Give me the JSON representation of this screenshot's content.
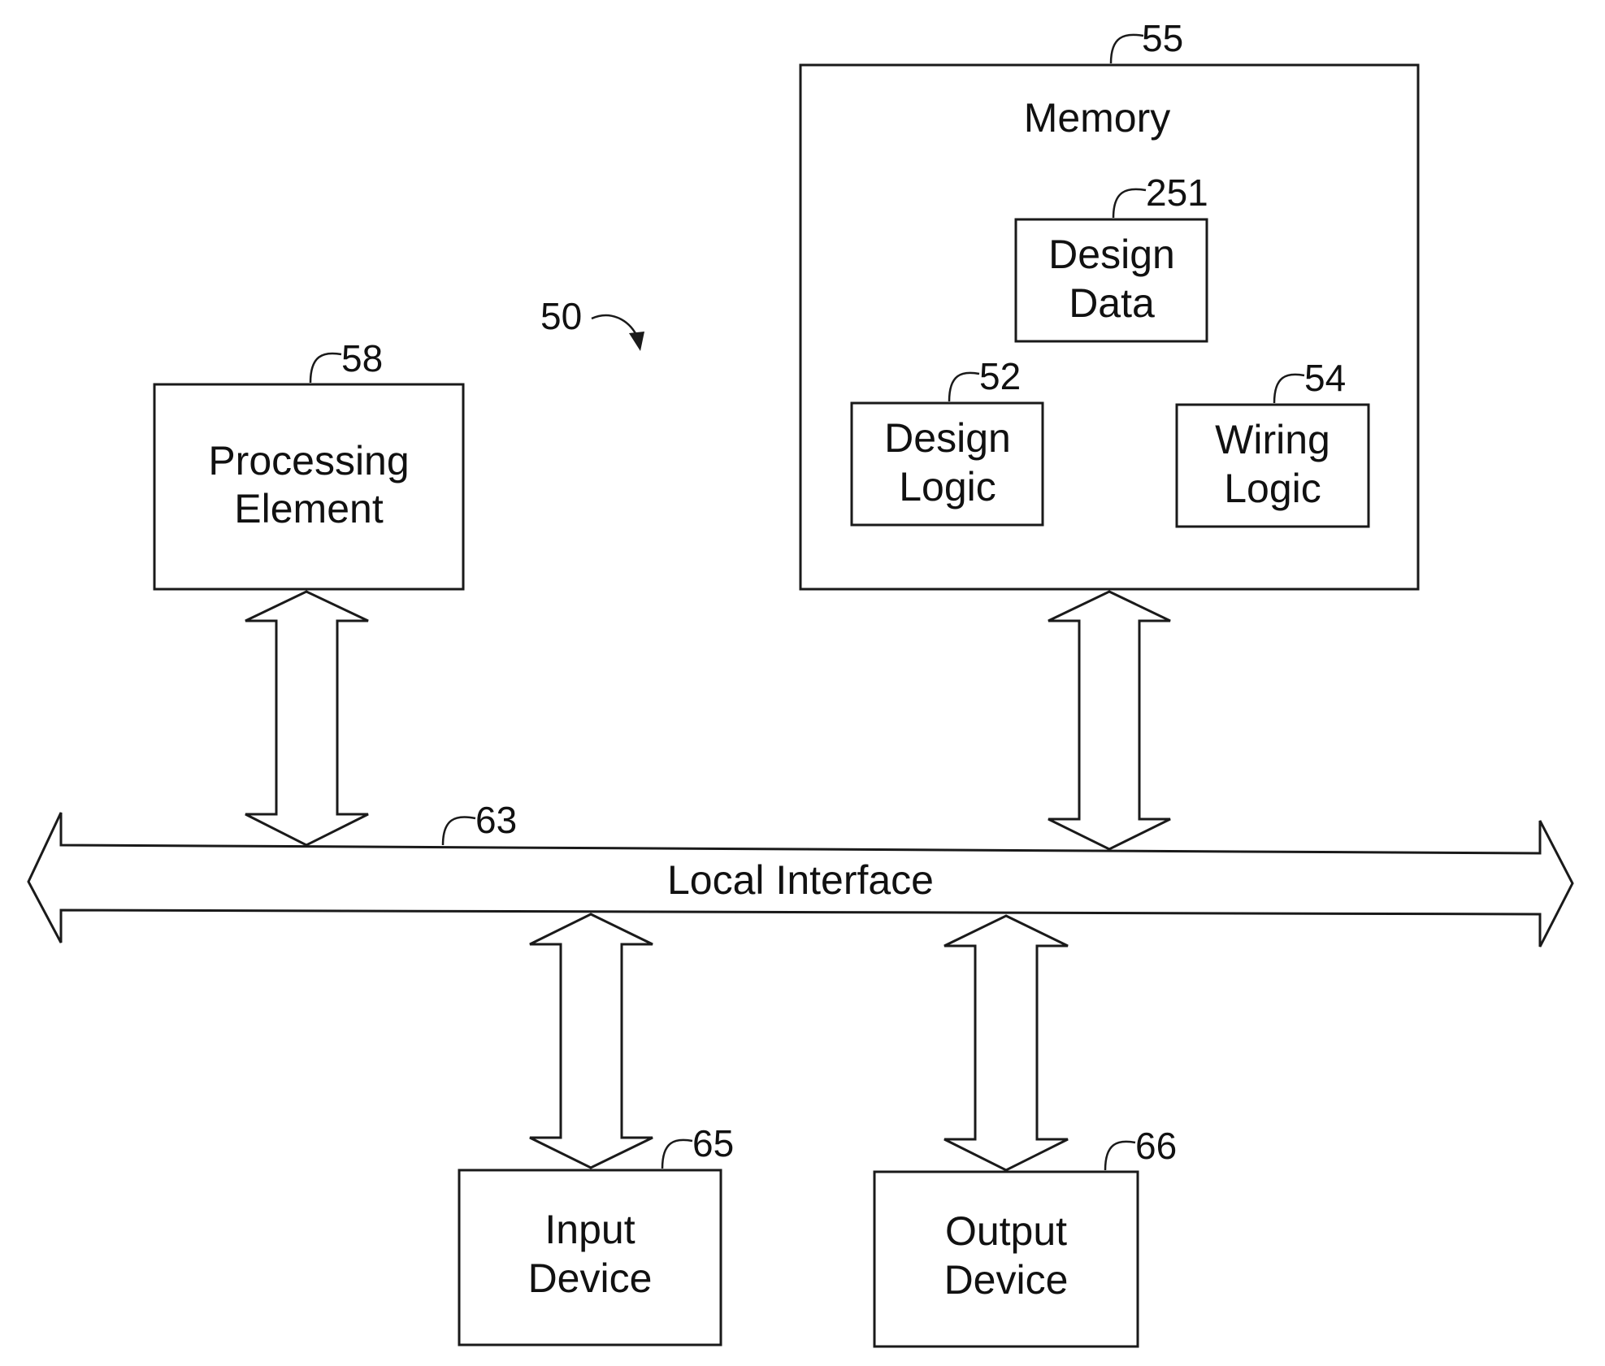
{
  "diagram": {
    "system_ref": "50",
    "bus": {
      "ref": "63",
      "label": "Local Interface"
    },
    "processing": {
      "ref": "58",
      "line1": "Processing",
      "line2": "Element"
    },
    "memory": {
      "ref": "55",
      "title": "Memory",
      "design_data": {
        "ref": "251",
        "line1": "Design",
        "line2": "Data"
      },
      "design_logic": {
        "ref": "52",
        "line1": "Design",
        "line2": "Logic"
      },
      "wiring_logic": {
        "ref": "54",
        "line1": "Wiring",
        "line2": "Logic"
      }
    },
    "input_device": {
      "ref": "65",
      "line1": "Input",
      "line2": "Device"
    },
    "output_device": {
      "ref": "66",
      "line1": "Output",
      "line2": "Device"
    }
  }
}
